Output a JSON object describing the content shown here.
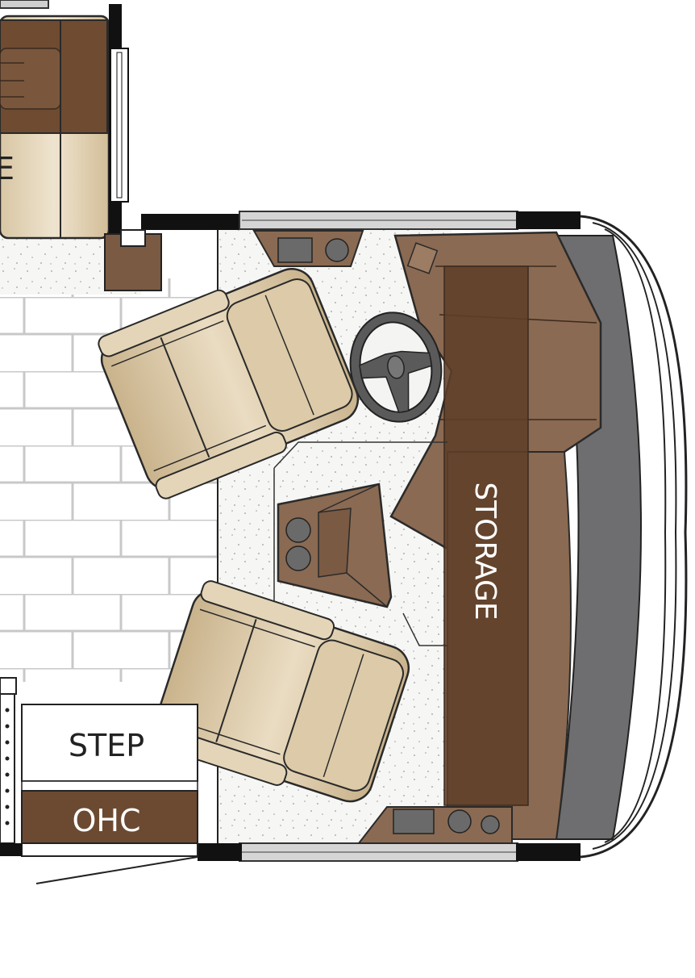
{
  "labels": {
    "partial_left": "E",
    "step": "STEP",
    "ohc": "OHC",
    "storage": "STORAGE"
  },
  "colors": {
    "brown_dark": "#6b4a31",
    "brown_mid": "#8a6a52",
    "brown_storage": "#5e3f28",
    "beige": "#d9c6a3",
    "beige_light": "#e9dcc3",
    "gray_dash": "#6e6e70",
    "tile_line": "#c8c8c8",
    "floor_speckle": "#f4f4f2"
  },
  "icons": [
    "steering-wheel-icon",
    "cup-holder-icon",
    "recliner-chair-icon",
    "window-icon",
    "door-icon"
  ]
}
